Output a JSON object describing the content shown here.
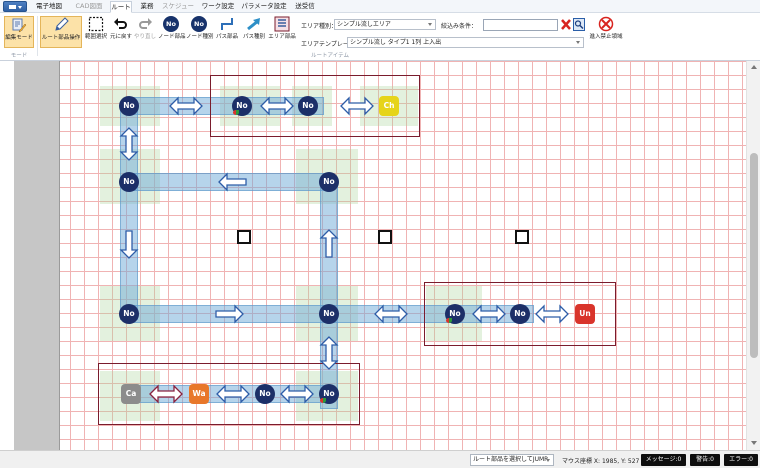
{
  "menu": {
    "tabs": [
      {
        "label": "電子地図",
        "state": "normal"
      },
      {
        "label": "CAD図面",
        "state": "disabled"
      },
      {
        "label": "ルート",
        "state": "active"
      },
      {
        "label": "業務",
        "state": "normal"
      },
      {
        "label": "スケジュール",
        "state": "disabled"
      },
      {
        "label": "ワーク設定",
        "state": "normal"
      },
      {
        "label": "パラメータ設定",
        "state": "normal"
      },
      {
        "label": "送受信",
        "state": "normal"
      }
    ]
  },
  "ribbon": {
    "mode_group": {
      "edit_mode": "編集モード",
      "label": "モード"
    },
    "route_group": {
      "label": "ルートアイテム",
      "buttons": {
        "route_part": "ルート部品操作",
        "range_select": "範囲選択",
        "undo": "元に戻す",
        "redo": "やり直し",
        "node_part": "ノード部品",
        "node_kind": "ノード種別",
        "path_part": "パス部品",
        "path_kind": "パス種別",
        "area_part": "エリア部品"
      },
      "node_icon_text": "No",
      "area_type_label": "エリア種別：",
      "area_type_value": "シンプル流しエリア",
      "area_template_label": "エリアテンプレート：",
      "area_template_value": "シンプル流し タイプ1 1列 上入出",
      "filter_label": "絞込み条件：",
      "filter_value": "",
      "no_entry": "進入禁止領域"
    }
  },
  "map": {
    "nodes": {
      "no": "No",
      "ch": "Ch",
      "un": "Un",
      "ca": "Ca",
      "wa": "Wa"
    },
    "colors": {
      "node": "#1c2f68",
      "ch": "#e6d419",
      "un": "#d9342b",
      "ca": "#8c8c8c",
      "wa": "#e8772a",
      "area_border": "#7a1c2d",
      "path": "#6eaad7"
    }
  },
  "status": {
    "jump_value": "ルート部品を選択してJUMP",
    "mouse_label": "マウス座標 X:",
    "mouse_x": "1985",
    "mouse_y_label": "Y:",
    "mouse_y": "527",
    "messages": "メッセージ:0",
    "warnings": "警告:0",
    "errors": "エラー:0"
  }
}
